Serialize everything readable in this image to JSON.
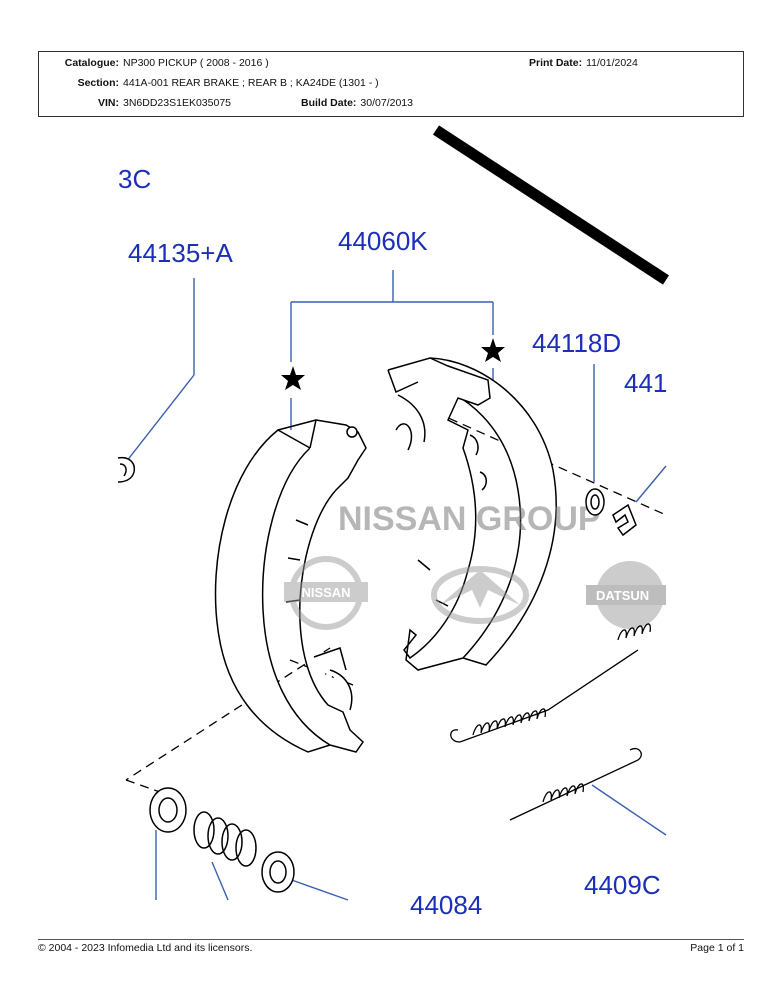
{
  "header": {
    "catalogue_label": "Catalogue:",
    "catalogue_value": "NP300 PICKUP ( 2008 - 2016 )",
    "print_date_label": "Print Date:",
    "print_date_value": "11/01/2024",
    "section_label": "Section:",
    "section_value": "441A-001 REAR BRAKE ; REAR B ; KA24DE (1301 - )",
    "vin_label": "VIN:",
    "vin_value": "3N6DD23S1EK035075",
    "build_date_label": "Build Date:",
    "build_date_value": "30/07/2013"
  },
  "diagram": {
    "part_labels": {
      "p1": "3C",
      "p2": "44135+A",
      "p3": "44060K",
      "p4": "44118D",
      "p5": "441",
      "p6": "4409C",
      "p7": "44084"
    },
    "watermark": "NISSAN GROUP",
    "logos": {
      "nissan": "NISSAN",
      "datsun": "DATSUN"
    },
    "label_color": "#1c2fb5",
    "icons": [
      "star-icon",
      "nissan-logo",
      "infiniti-logo",
      "datsun-logo"
    ]
  },
  "footer": {
    "copyright": "© 2004 - 2023 Infomedia Ltd and its licensors.",
    "page": "Page 1 of 1"
  }
}
